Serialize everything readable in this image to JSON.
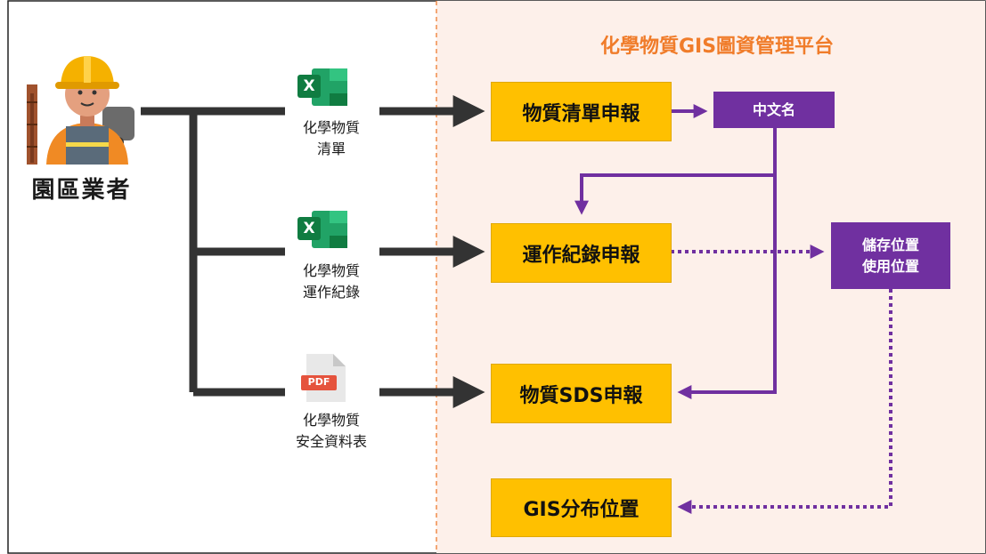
{
  "actor": {
    "label": "園區業者",
    "icon": "construction-worker-icon"
  },
  "files": [
    {
      "icon": "excel-icon",
      "badge": "X",
      "line1": "化學物質",
      "line2": "清單"
    },
    {
      "icon": "excel-icon",
      "badge": "X",
      "line1": "化學物質",
      "line2": "運作紀錄"
    },
    {
      "icon": "pdf-icon",
      "badge": "PDF",
      "line1": "化學物質",
      "line2": "安全資料表"
    }
  ],
  "platform": {
    "title": "化學物質GIS圖資管理平台"
  },
  "reports": {
    "inventory": "物質清單申報",
    "operation": "運作紀錄申報",
    "sds": "物質SDS申報",
    "gis": "GIS分布位置"
  },
  "attributes": {
    "chinese_name": "中文名",
    "location_line1": "儲存位置",
    "location_line2": "使用位置"
  },
  "colors": {
    "report_box": "#ffc000",
    "attribute_box": "#7030a0",
    "platform_bg": "#fdf0ea",
    "platform_border": "#f08c4a",
    "title": "#f07c2a",
    "dark_arrow": "#333333",
    "purple_arrow": "#7030a0"
  }
}
